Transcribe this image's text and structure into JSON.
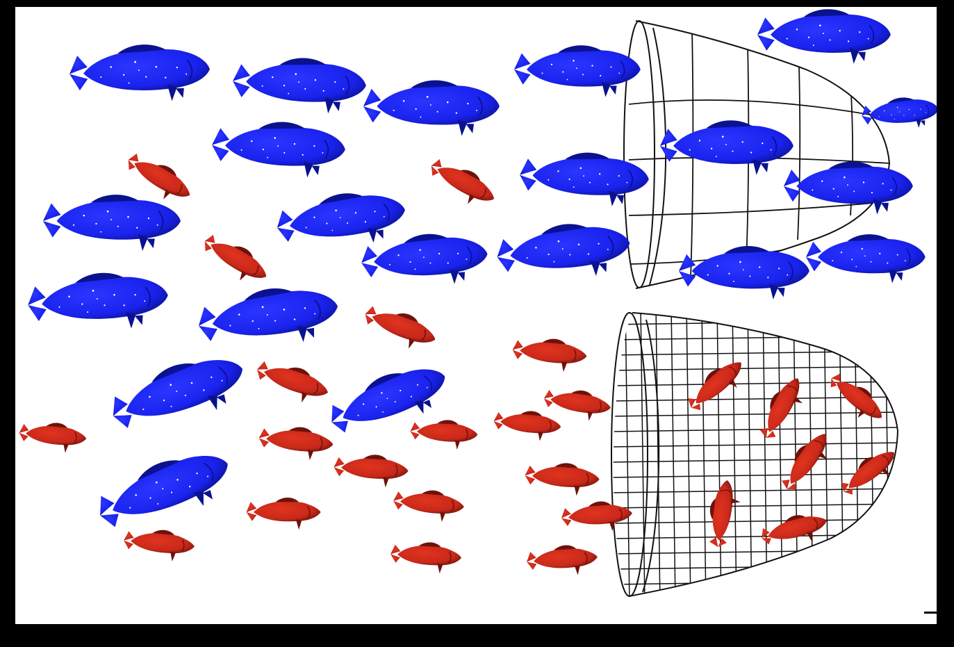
{
  "colors": {
    "frame": "#000000",
    "background": "#ffffff",
    "large_fish": "#1a22ee",
    "large_fish_dark": "#0a1290",
    "small_fish": "#c8281a",
    "small_fish_dark": "#6e120a",
    "net_line": "#111111"
  },
  "illustration": {
    "coarse_net": {
      "mesh": "coarse",
      "catches": "large_fish"
    },
    "fine_net": {
      "mesh": "fine",
      "catches": "small_fish"
    }
  }
}
